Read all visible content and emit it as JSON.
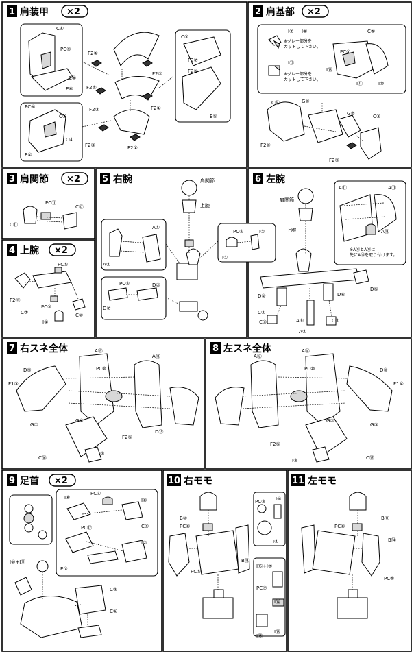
{
  "steps": [
    {
      "num": "1",
      "title": "肩装甲",
      "mult": "×2"
    },
    {
      "num": "2",
      "title": "肩基部",
      "mult": "×2"
    },
    {
      "num": "3",
      "title": "肩関節",
      "mult": "×2"
    },
    {
      "num": "4",
      "title": "上腕",
      "mult": "×2"
    },
    {
      "num": "5",
      "title": "右腕",
      "mult": ""
    },
    {
      "num": "6",
      "title": "左腕",
      "mult": ""
    },
    {
      "num": "7",
      "title": "右スネ全体",
      "mult": ""
    },
    {
      "num": "8",
      "title": "左スネ全体",
      "mult": ""
    },
    {
      "num": "9",
      "title": "足首",
      "mult": "×2"
    },
    {
      "num": "10",
      "title": "右モモ",
      "mult": ""
    },
    {
      "num": "11",
      "title": "左モモ",
      "mult": ""
    }
  ],
  "labels": {
    "s1": [
      "C⑥",
      "PC⑨",
      "C⑥",
      "E⑥",
      "F2④",
      "F2②",
      "F2⑤",
      "F2①",
      "F2③",
      "C⑤",
      "F2⑦",
      "F2⑥",
      "E⑤",
      "PC⑨",
      "C⑦",
      "C④",
      "E④",
      "F2③",
      "F2①"
    ],
    "s2": [
      "I⑦",
      "I⑧",
      "C⑤",
      "I⑫",
      "I⑬",
      "I⑪",
      "I⑩",
      "PC④",
      "C⑭",
      "G⑥",
      "G⑦",
      "C③",
      "F2⑧",
      "F2⑨"
    ],
    "s2_notes": [
      "※グレー部分を",
      "カットして下さい。",
      "※グレー部分を",
      "カットして下さい。"
    ],
    "s3": [
      "PC⑪",
      "C⑫",
      "C⑪"
    ],
    "s4": [
      "PC⑤",
      "F2⑪",
      "C⑦",
      "PC⑤",
      "I①",
      "C⑩"
    ],
    "s5": [
      "肩関節",
      "上腕",
      "A①",
      "A②",
      "PC⑥",
      "I①",
      "I②",
      "PC⑥",
      "D⑦",
      "D②"
    ],
    "s6": [
      "肩関節",
      "上腕",
      "A⑪",
      "A⑪",
      "A⑬",
      "D⑤",
      "D②",
      "C②",
      "C③",
      "A⑨",
      "A②",
      "D⑥",
      "C②"
    ],
    "s6_notes": [
      "※A⑪とA⑪は",
      "先にA⑬を取り付けます。"
    ],
    "s7": [
      "A⑮",
      "A⑬",
      "D⑨",
      "F1③",
      "G①",
      "G②",
      "F2⑤",
      "D⑮",
      "C⑯",
      "I③",
      "PC⑩"
    ],
    "s8": [
      "A⑫",
      "A⑭",
      "PC⑩",
      "D⑨",
      "F1④",
      "G③",
      "G②",
      "F2⑤",
      "C⑮",
      "I③"
    ],
    "s9": [
      "I⑩+I⑪",
      "I⑥",
      "PC④",
      "I⑧",
      "PC⑫",
      "C⑨",
      "I②",
      "E⑦",
      "C③",
      "C①"
    ],
    "s10": [
      "B⑩",
      "PC⑧",
      "PC③",
      "I④",
      "I⑤",
      "B⑬",
      "PC⑤",
      "I⑮+I⑦",
      "PC⑦",
      "I⑭",
      "I⑮",
      "I⑬"
    ],
    "s11": [
      "B⑪",
      "PC⑧",
      "B⑭",
      "PC⑤"
    ]
  }
}
